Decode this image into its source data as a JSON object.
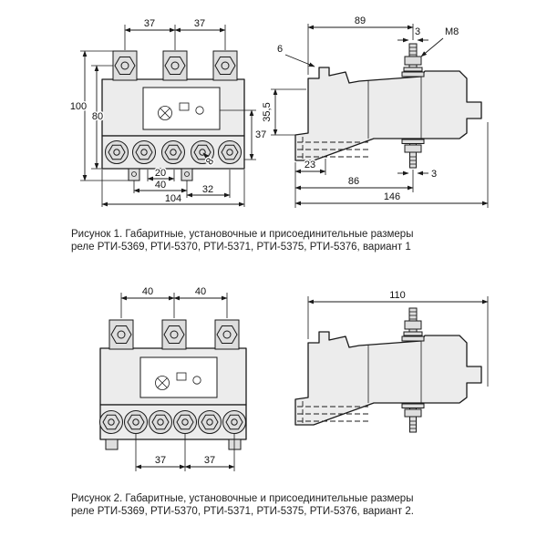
{
  "colors": {
    "line": "#1a1a1a",
    "fill_light": "#ececec",
    "fill_part": "#dedede"
  },
  "figure1": {
    "caption": {
      "line1": "Рисунок 1.  Габаритные, установочные и присоединительные размеры",
      "line2": "реле РТИ-5369, РТИ-5370, РТИ-5371, РТИ-5375, РТИ-5376, вариант 1"
    },
    "front_view": {
      "dims": {
        "top_pitch_left": "37",
        "top_pitch_right": "37",
        "height_overall": "100",
        "height_mounting": "80",
        "side_height": "37",
        "bottom_20": "20",
        "bottom_40": "40",
        "bottom_32": "32",
        "width_overall": "104",
        "hole": "8"
      }
    },
    "side_view": {
      "dims": {
        "top_width": "89",
        "stud_offset_top": "3",
        "thread": "M8",
        "lever_offset": "6",
        "depth_355": "35,5",
        "rail_23": "23",
        "stud_offset_bottom": "3",
        "depth_86": "86",
        "depth_overall": "146"
      }
    }
  },
  "figure2": {
    "caption": {
      "line1": "Рисунок 2.  Габаритные, установочные и присоединительные размеры",
      "line2": "реле РТИ-5369, РТИ-5370, РТИ-5371, РТИ-5375, РТИ-5376, вариант 2."
    },
    "front_view": {
      "dims": {
        "top_pitch_left": "40",
        "top_pitch_right": "40",
        "bottom_pitch_left": "37",
        "bottom_pitch_right": "37"
      }
    },
    "side_view": {
      "dims": {
        "top_width": "110"
      }
    }
  }
}
